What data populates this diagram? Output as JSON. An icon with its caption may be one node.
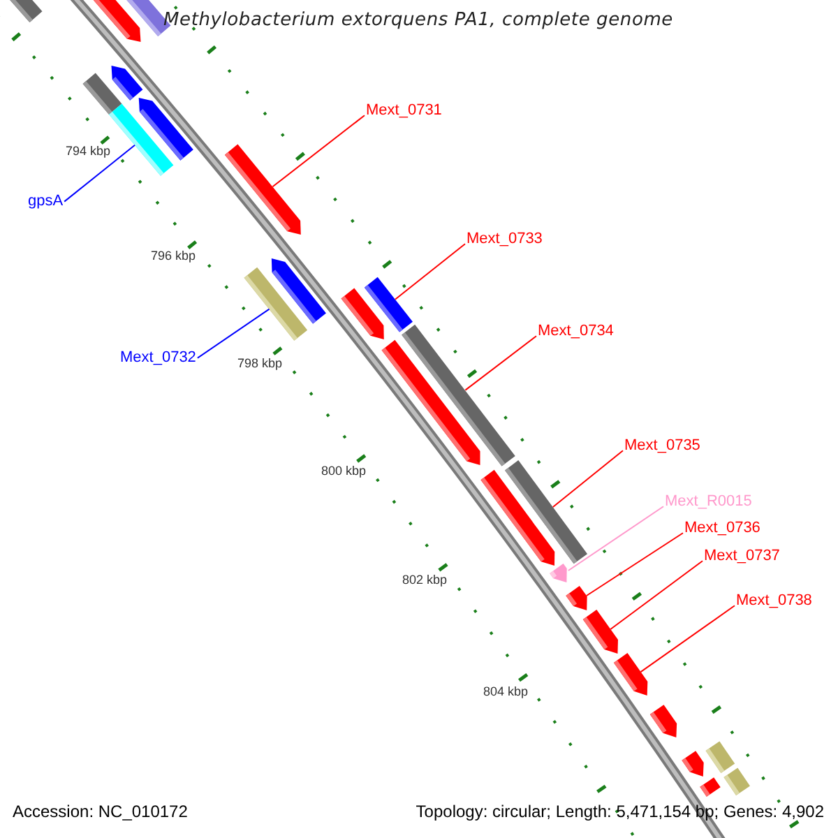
{
  "diagram": {
    "title": "Methylobacterium extorquens PA1, complete genome",
    "nodes": [
      {
        "text": [
          "Mext_0731"
        ]
      },
      {
        "text": [
          "gpsA"
        ]
      },
      {
        "text": [
          "Mext_0733"
        ]
      },
      {
        "text": [
          "Mext_0732"
        ]
      },
      {
        "text": [
          "Mext_0734"
        ]
      },
      {
        "text": [
          "Mext_0735"
        ]
      },
      {
        "text": [
          "Mext_R0015"
        ]
      },
      {
        "text": [
          "Mext_0736"
        ]
      },
      {
        "text": [
          "Mext_0737"
        ]
      },
      {
        "text": [
          "Mext_0738"
        ]
      },
      {
        "text": [],
        "shape": "box"
      },
      {
        "text": [],
        "shape": "arrow"
      },
      {
        "text": [],
        "shape": "box"
      },
      {
        "text": [],
        "shape": "arrow"
      },
      {
        "text": [],
        "shape": "box"
      },
      {
        "text": [],
        "shape": "arrow"
      },
      {
        "text": [],
        "shape": "box"
      },
      {
        "text": [],
        "shape": "arrow"
      },
      {
        "text": [],
        "shape": "arrow"
      },
      {
        "text": [],
        "shape": "box"
      },
      {
        "text": [],
        "shape": "box"
      },
      {
        "text": [],
        "shape": "arrow"
      },
      {
        "text": [],
        "shape": "box"
      },
      {
        "text": [],
        "shape": "arrow"
      },
      {
        "text": [],
        "shape": "box"
      },
      {
        "text": [],
        "shape": "arrow"
      },
      {
        "text": [],
        "shape": "arrow"
      },
      {
        "text": [],
        "shape": "arrow"
      },
      {
        "text": [],
        "shape": "arrow"
      },
      {
        "text": [],
        "shape": "arrow"
      },
      {
        "text": [],
        "shape": "arrow"
      },
      {
        "text": [],
        "shape": "box"
      },
      {
        "text": [],
        "shape": "arrow"
      },
      {
        "text": [],
        "shape": "box"
      },
      {
        "text": [],
        "shape": "box"
      }
    ],
    "edges": [
      {
        "from": 0,
        "to": 17,
        "arrow": "none"
      },
      {
        "from": 1,
        "to": 16,
        "arrow": "none",
        "color": "#0000ff"
      },
      {
        "from": 2,
        "to": 20,
        "arrow": "none"
      },
      {
        "from": 3,
        "to": 19,
        "arrow": "none",
        "color": "#0000ff"
      },
      {
        "from": 4,
        "to": 22,
        "arrow": "none"
      },
      {
        "from": 5,
        "to": 24,
        "arrow": "none"
      },
      {
        "from": 6,
        "to": 26,
        "arrow": "none",
        "color": "#ff99cc"
      },
      {
        "from": 7,
        "to": 27,
        "arrow": "none"
      },
      {
        "from": 8,
        "to": 28,
        "arrow": "none"
      },
      {
        "from": 9,
        "to": 29,
        "arrow": "none"
      }
    ],
    "labels": [
      "794 kbp",
      "796 kbp",
      "798 kbp",
      "800 kbp",
      "802 kbp",
      "804 kbp",
      "Accession: NC_010172",
      "Topology: circular; Length: 5,471,154 bp; Genes: 4,902"
    ]
  }
}
